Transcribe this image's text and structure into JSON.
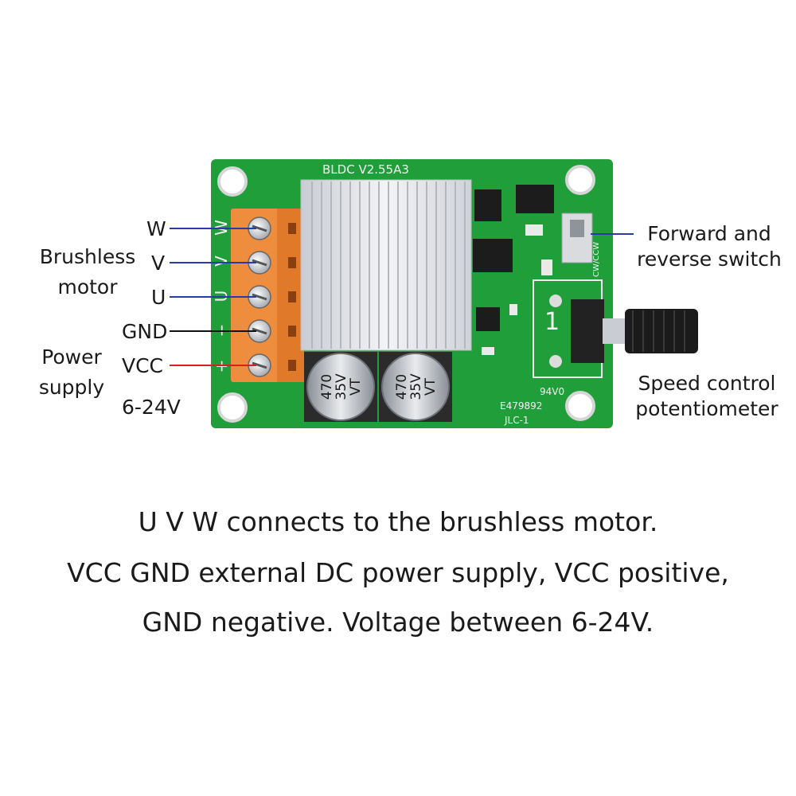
{
  "labels": {
    "w": "W",
    "v": "V",
    "u": "U",
    "gnd": "GND",
    "vcc": "VCC",
    "brushless_motor": [
      "Brushless",
      "motor"
    ],
    "power_supply": [
      "Power",
      "supply"
    ],
    "voltage": "6-24V",
    "switch": [
      "Forward and",
      "reverse switch"
    ],
    "potentiometer": [
      "Speed control",
      "potentiometer"
    ]
  },
  "board": {
    "title": "BLDC  V2.55A3",
    "silk_terminals": [
      "W",
      "V",
      "U",
      "−",
      "+"
    ],
    "cap_text": [
      "470",
      "35V",
      "VT"
    ],
    "switch_silk": "CW/CCW",
    "marks": [
      "94V0",
      "E479892",
      "JLC-1"
    ],
    "pot_silk": "1"
  },
  "description": [
    "U V W connects to the brushless motor.",
    "VCC GND external DC power supply, VCC positive,",
    "GND negative. Voltage between 6-24V."
  ],
  "colors": {
    "pcb": "#1f9e3a",
    "terminal": "#ee8d3e",
    "motor_line": "#2a3aa8",
    "gnd_line": "#111111",
    "vcc_line": "#d0241c",
    "heatsink": "#e4e6ea",
    "knob": "#1b1b1b"
  }
}
